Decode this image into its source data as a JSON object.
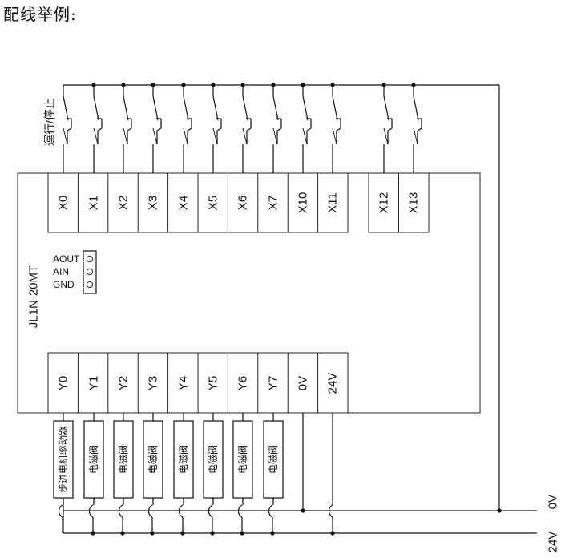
{
  "title": "配线举例:",
  "plc": {
    "model": "JL1N-20MT",
    "analog_pins": [
      "AOUT",
      "AIN",
      "GND"
    ]
  },
  "inputs": {
    "terminals": [
      "X0",
      "X1",
      "X2",
      "X3",
      "X4",
      "X5",
      "X6",
      "X7",
      "X10",
      "X11",
      "X12",
      "X13"
    ],
    "switch_label": "運行/停止"
  },
  "outputs": {
    "terminals": [
      "Y0",
      "Y1",
      "Y2",
      "Y3",
      "Y4",
      "Y5",
      "Y6",
      "Y7",
      "0V",
      "24V"
    ],
    "loads": [
      "步进电机驱动器",
      "电磁阀",
      "电磁阀",
      "电磁阀",
      "电磁阀",
      "电磁阀",
      "电磁阀",
      "电磁阀"
    ]
  },
  "power_rails": {
    "zero_v": "0V",
    "twenty_four_v": "24V"
  }
}
